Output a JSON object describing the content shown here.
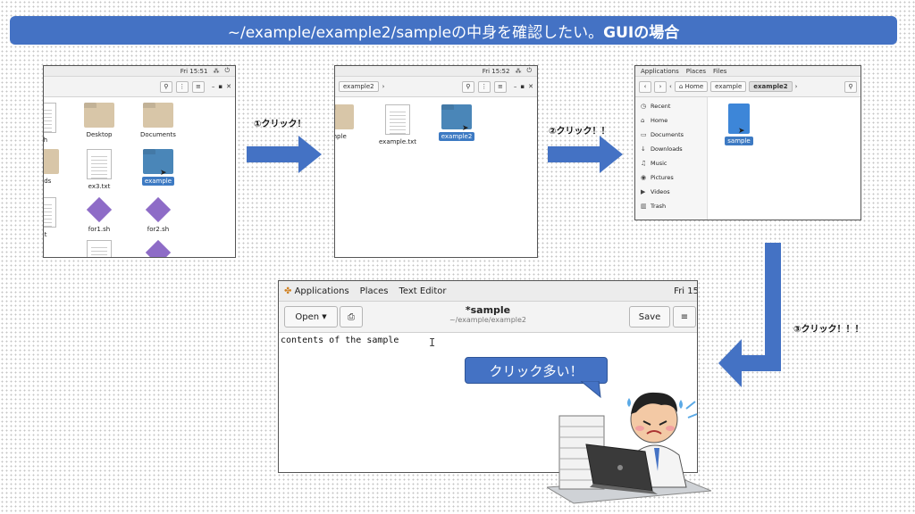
{
  "banner": {
    "path": "~/example/example2/sampleの中身を確認したい。",
    "bold": "GUIの場合"
  },
  "step_labels": {
    "s1": "①クリック！",
    "s2": "②クリック！！",
    "s3": "③クリック！！！"
  },
  "win1": {
    "clock": "Fri 15:51",
    "items": [
      {
        "label": "sh",
        "kind": "doc"
      },
      {
        "label": "Desktop",
        "kind": "folder"
      },
      {
        "label": "Documents",
        "kind": "folder"
      },
      {
        "label": "oads",
        "kind": "folder"
      },
      {
        "label": "ex3.txt",
        "kind": "doc"
      },
      {
        "label": "example",
        "kind": "folder-selected"
      },
      {
        "label": "xt",
        "kind": "doc"
      },
      {
        "label": "for1.sh",
        "kind": "sh"
      },
      {
        "label": "for2.sh",
        "kind": "sh"
      }
    ]
  },
  "win2": {
    "clock": "Fri 15:52",
    "breadcrumb": "example2",
    "items": [
      {
        "label": "mple",
        "kind": "folder"
      },
      {
        "label": "example.txt",
        "kind": "doc"
      },
      {
        "label": "example2",
        "kind": "folder-selected"
      }
    ]
  },
  "win3": {
    "menu": [
      "Applications",
      "Places",
      "Files"
    ],
    "crumbs": [
      "Home",
      "example",
      "example2"
    ],
    "sidebar": [
      "Recent",
      "Home",
      "Documents",
      "Downloads",
      "Music",
      "Pictures",
      "Videos",
      "Trash"
    ],
    "file": "sample"
  },
  "editor": {
    "menu": [
      "Applications",
      "Places",
      "Text Editor"
    ],
    "clock": "Fri 15",
    "open_label": "Open",
    "title": "*sample",
    "subtitle": "~/example/example2",
    "save_label": "Save",
    "content": "contents of the sample"
  },
  "bubble": "クリック多い！",
  "colors": {
    "accent": "#4472c4",
    "folder_blue": "#4a86b8",
    "folder_tan": "#d8c6a8"
  }
}
